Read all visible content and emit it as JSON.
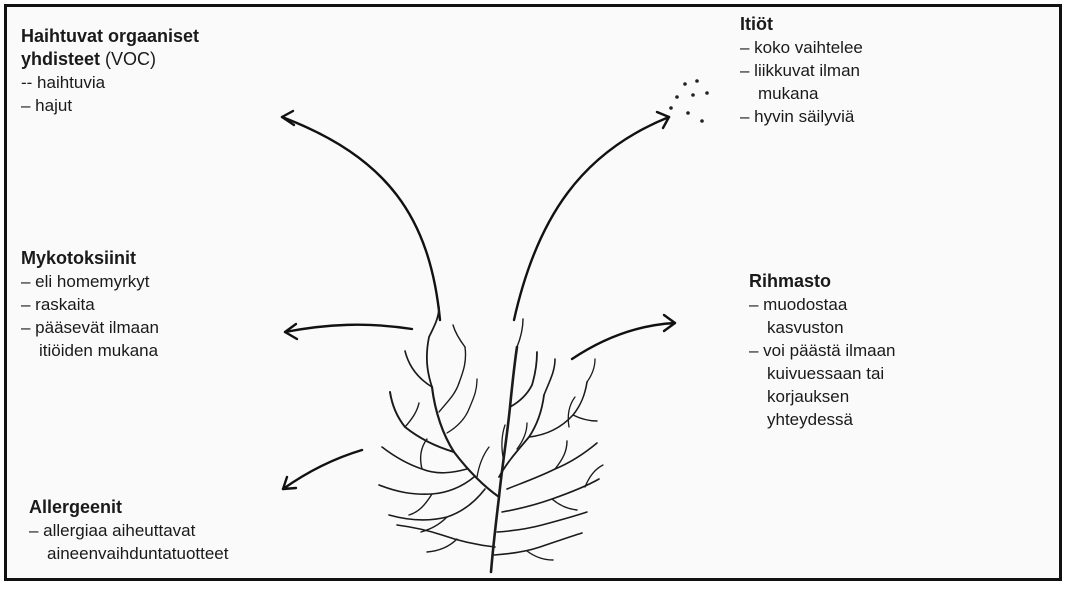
{
  "voc": {
    "title_bold_1": "Haihtuvat orgaaniset",
    "title_bold_2": "yhdisteet",
    "title_normal": "(VOC)",
    "items": [
      "-- haihtuvia",
      "– hajut"
    ]
  },
  "spores": {
    "title": "Itiöt",
    "items": [
      "– koko vaihtelee",
      "– liikkuvat ilman",
      "mukana",
      "– hyvin säilyviä"
    ]
  },
  "mycotoxins": {
    "title": "Mykotoksiinit",
    "items": [
      "– eli homemyrkyt",
      "– raskaita",
      "– pääsevät ilmaan",
      "itiöiden mukana"
    ]
  },
  "mycelium": {
    "title": "Rihmasto",
    "items": [
      "– muodostaa",
      "kasvuston",
      "– voi päästä ilmaan",
      "kuivuessaan tai",
      "korjauksen",
      "yhteydessä"
    ]
  },
  "allergens": {
    "title": "Allergeenit",
    "items": [
      "– allergiaa aiheuttavat",
      "aineenvaihduntatuotteet"
    ]
  }
}
